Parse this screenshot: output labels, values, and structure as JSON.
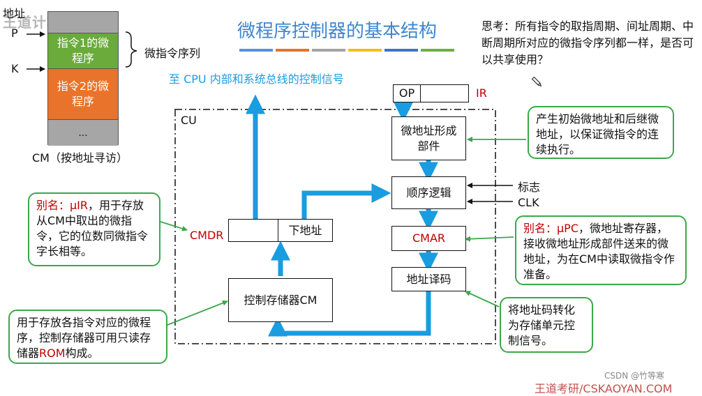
{
  "title": "微程序控制器的基本结构",
  "title_underline_colors": [
    "#5b8fd6",
    "#e0742e",
    "#a3a3a3",
    "#f2c012",
    "#4472c4",
    "#70ad47"
  ],
  "watermark": "王道计算机教育",
  "cm": {
    "addr_label": "地址",
    "p_label": "P",
    "k_label": "K",
    "seg1": "指令1的微程序",
    "seg2": "指令2的微程序",
    "seg3": "...",
    "seq_label": "微指令序列",
    "caption": "CM（按地址寻访）"
  },
  "think": "思考：所有指令的取指周期、间址周期、中断周期所对应的微指令序列都一样，是否可以共享使用？",
  "to_cpu": "至 CPU 内部和系统总线的控制信号",
  "cu_label": "CU",
  "op_label": "OP",
  "ir_label": "IR",
  "blocks": {
    "addr_gen": "微地址形成部件",
    "seq_logic": "顺序逻辑",
    "cmar": "CMAR",
    "decoder": "地址译码",
    "cm_store": "控制存储器CM",
    "next_addr": "下地址",
    "cmdr": "CMDR"
  },
  "flag_label": "标志",
  "clk_label": "CLK",
  "callouts": {
    "addr_gen_note": "产生初始微地址和后继微地址，以保证微指令的连续执行。",
    "cmdr_alias_prefix": "别名：μIR",
    "cmdr_note": "，用于存放从CM中取出的微指令，它的位数同微指令字长相等。",
    "cmar_alias_prefix": "别名：μPC",
    "cmar_note": "，微地址寄存器，接收微地址形成部件送来的微地址，为在CM中读取微指令作准备。",
    "cm_note_a": "用于存放各指令对应的微程序，控制存储器可用只读存储器",
    "cm_note_rom": "ROM",
    "cm_note_b": "构成。",
    "decoder_note": "将地址码转化为存储单元控制信号。"
  },
  "footer_csdn": "CSDN @竹等寒",
  "footer_brand": "王道考研/CSKAOYAN.COM"
}
